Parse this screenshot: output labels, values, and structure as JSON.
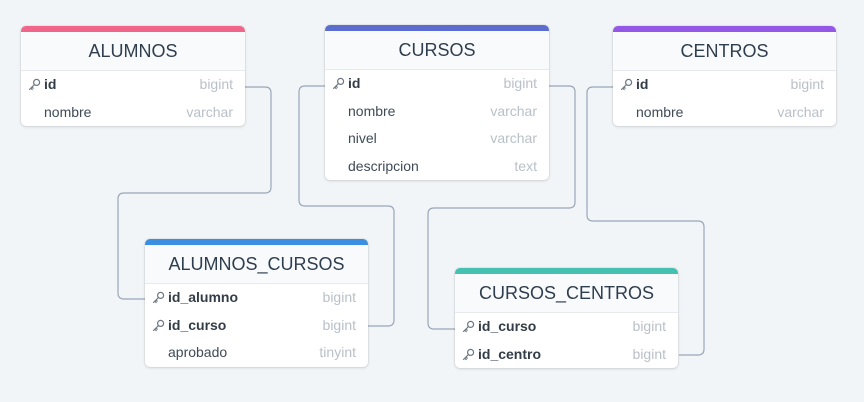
{
  "tables": [
    {
      "name": "ALUMNOS",
      "accent": "#f0658a",
      "columns": [
        {
          "name": "id",
          "type": "bigint",
          "key": true
        },
        {
          "name": "nombre",
          "type": "varchar",
          "key": false
        }
      ]
    },
    {
      "name": "CURSOS",
      "accent": "#5b6dcf",
      "columns": [
        {
          "name": "id",
          "type": "bigint",
          "key": true
        },
        {
          "name": "nombre",
          "type": "varchar",
          "key": false
        },
        {
          "name": "nivel",
          "type": "varchar",
          "key": false
        },
        {
          "name": "descripcion",
          "type": "text",
          "key": false
        }
      ]
    },
    {
      "name": "CENTROS",
      "accent": "#9557e6",
      "columns": [
        {
          "name": "id",
          "type": "bigint",
          "key": true
        },
        {
          "name": "nombre",
          "type": "varchar",
          "key": false
        }
      ]
    },
    {
      "name": "ALUMNOS_CURSOS",
      "accent": "#3b8fe0",
      "columns": [
        {
          "name": "id_alumno",
          "type": "bigint",
          "key": true
        },
        {
          "name": "id_curso",
          "type": "bigint",
          "key": true
        },
        {
          "name": "aprobado",
          "type": "tinyint",
          "key": false
        }
      ]
    },
    {
      "name": "CURSOS_CENTROS",
      "accent": "#46c0b0",
      "columns": [
        {
          "name": "id_curso",
          "type": "bigint",
          "key": true
        },
        {
          "name": "id_centro",
          "type": "bigint",
          "key": true
        }
      ]
    }
  ],
  "relationships": [
    {
      "from": "ALUMNOS.id",
      "to": "ALUMNOS_CURSOS.id_alumno"
    },
    {
      "from": "CURSOS.id",
      "to": "ALUMNOS_CURSOS.id_curso"
    },
    {
      "from": "CURSOS.id",
      "to": "CURSOS_CENTROS.id_curso"
    },
    {
      "from": "CENTROS.id",
      "to": "CURSOS_CENTROS.id_centro"
    }
  ],
  "colors": {
    "background": "#f1f5f8",
    "connector": "#9aa6b8",
    "type_text": "#b9c0c8",
    "header_text": "#2f3e4e"
  }
}
